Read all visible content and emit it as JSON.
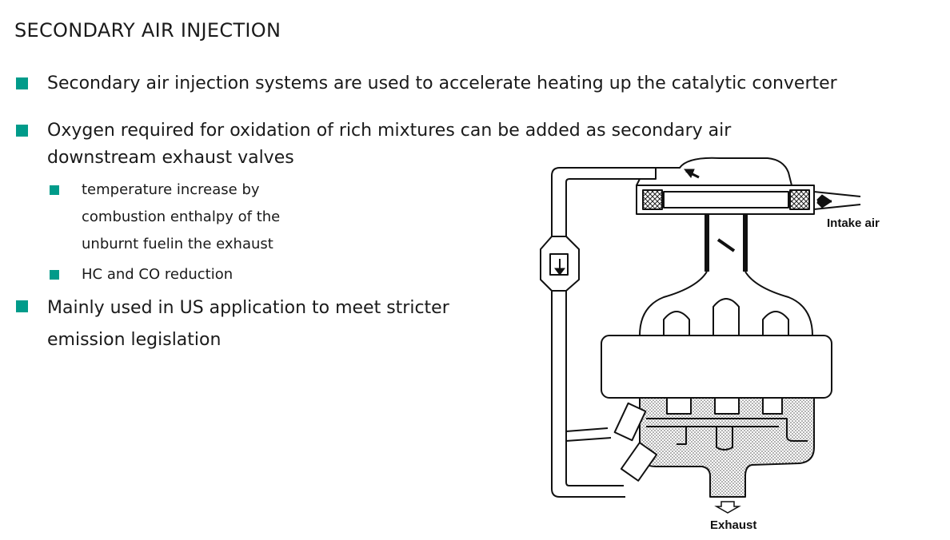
{
  "slide": {
    "title": "SECONDARY AIR INJECTION",
    "bullets": [
      "Secondary air injection systems are used to accelerate heating up the catalytic converter",
      "Oxygen required for oxidation of rich mixtures can be added as secondary air downstream exhaust valves",
      "Mainly used in US application to meet stricter emission legislation"
    ],
    "sub_bullets": [
      "temperature increase by combustion enthalpy of the unburnt fuelin the exhaust",
      "HC and CO reduction"
    ],
    "accent_color": "#009b8a"
  },
  "diagram": {
    "intake_label": "Intake air",
    "exhaust_label": "Exhaust"
  }
}
